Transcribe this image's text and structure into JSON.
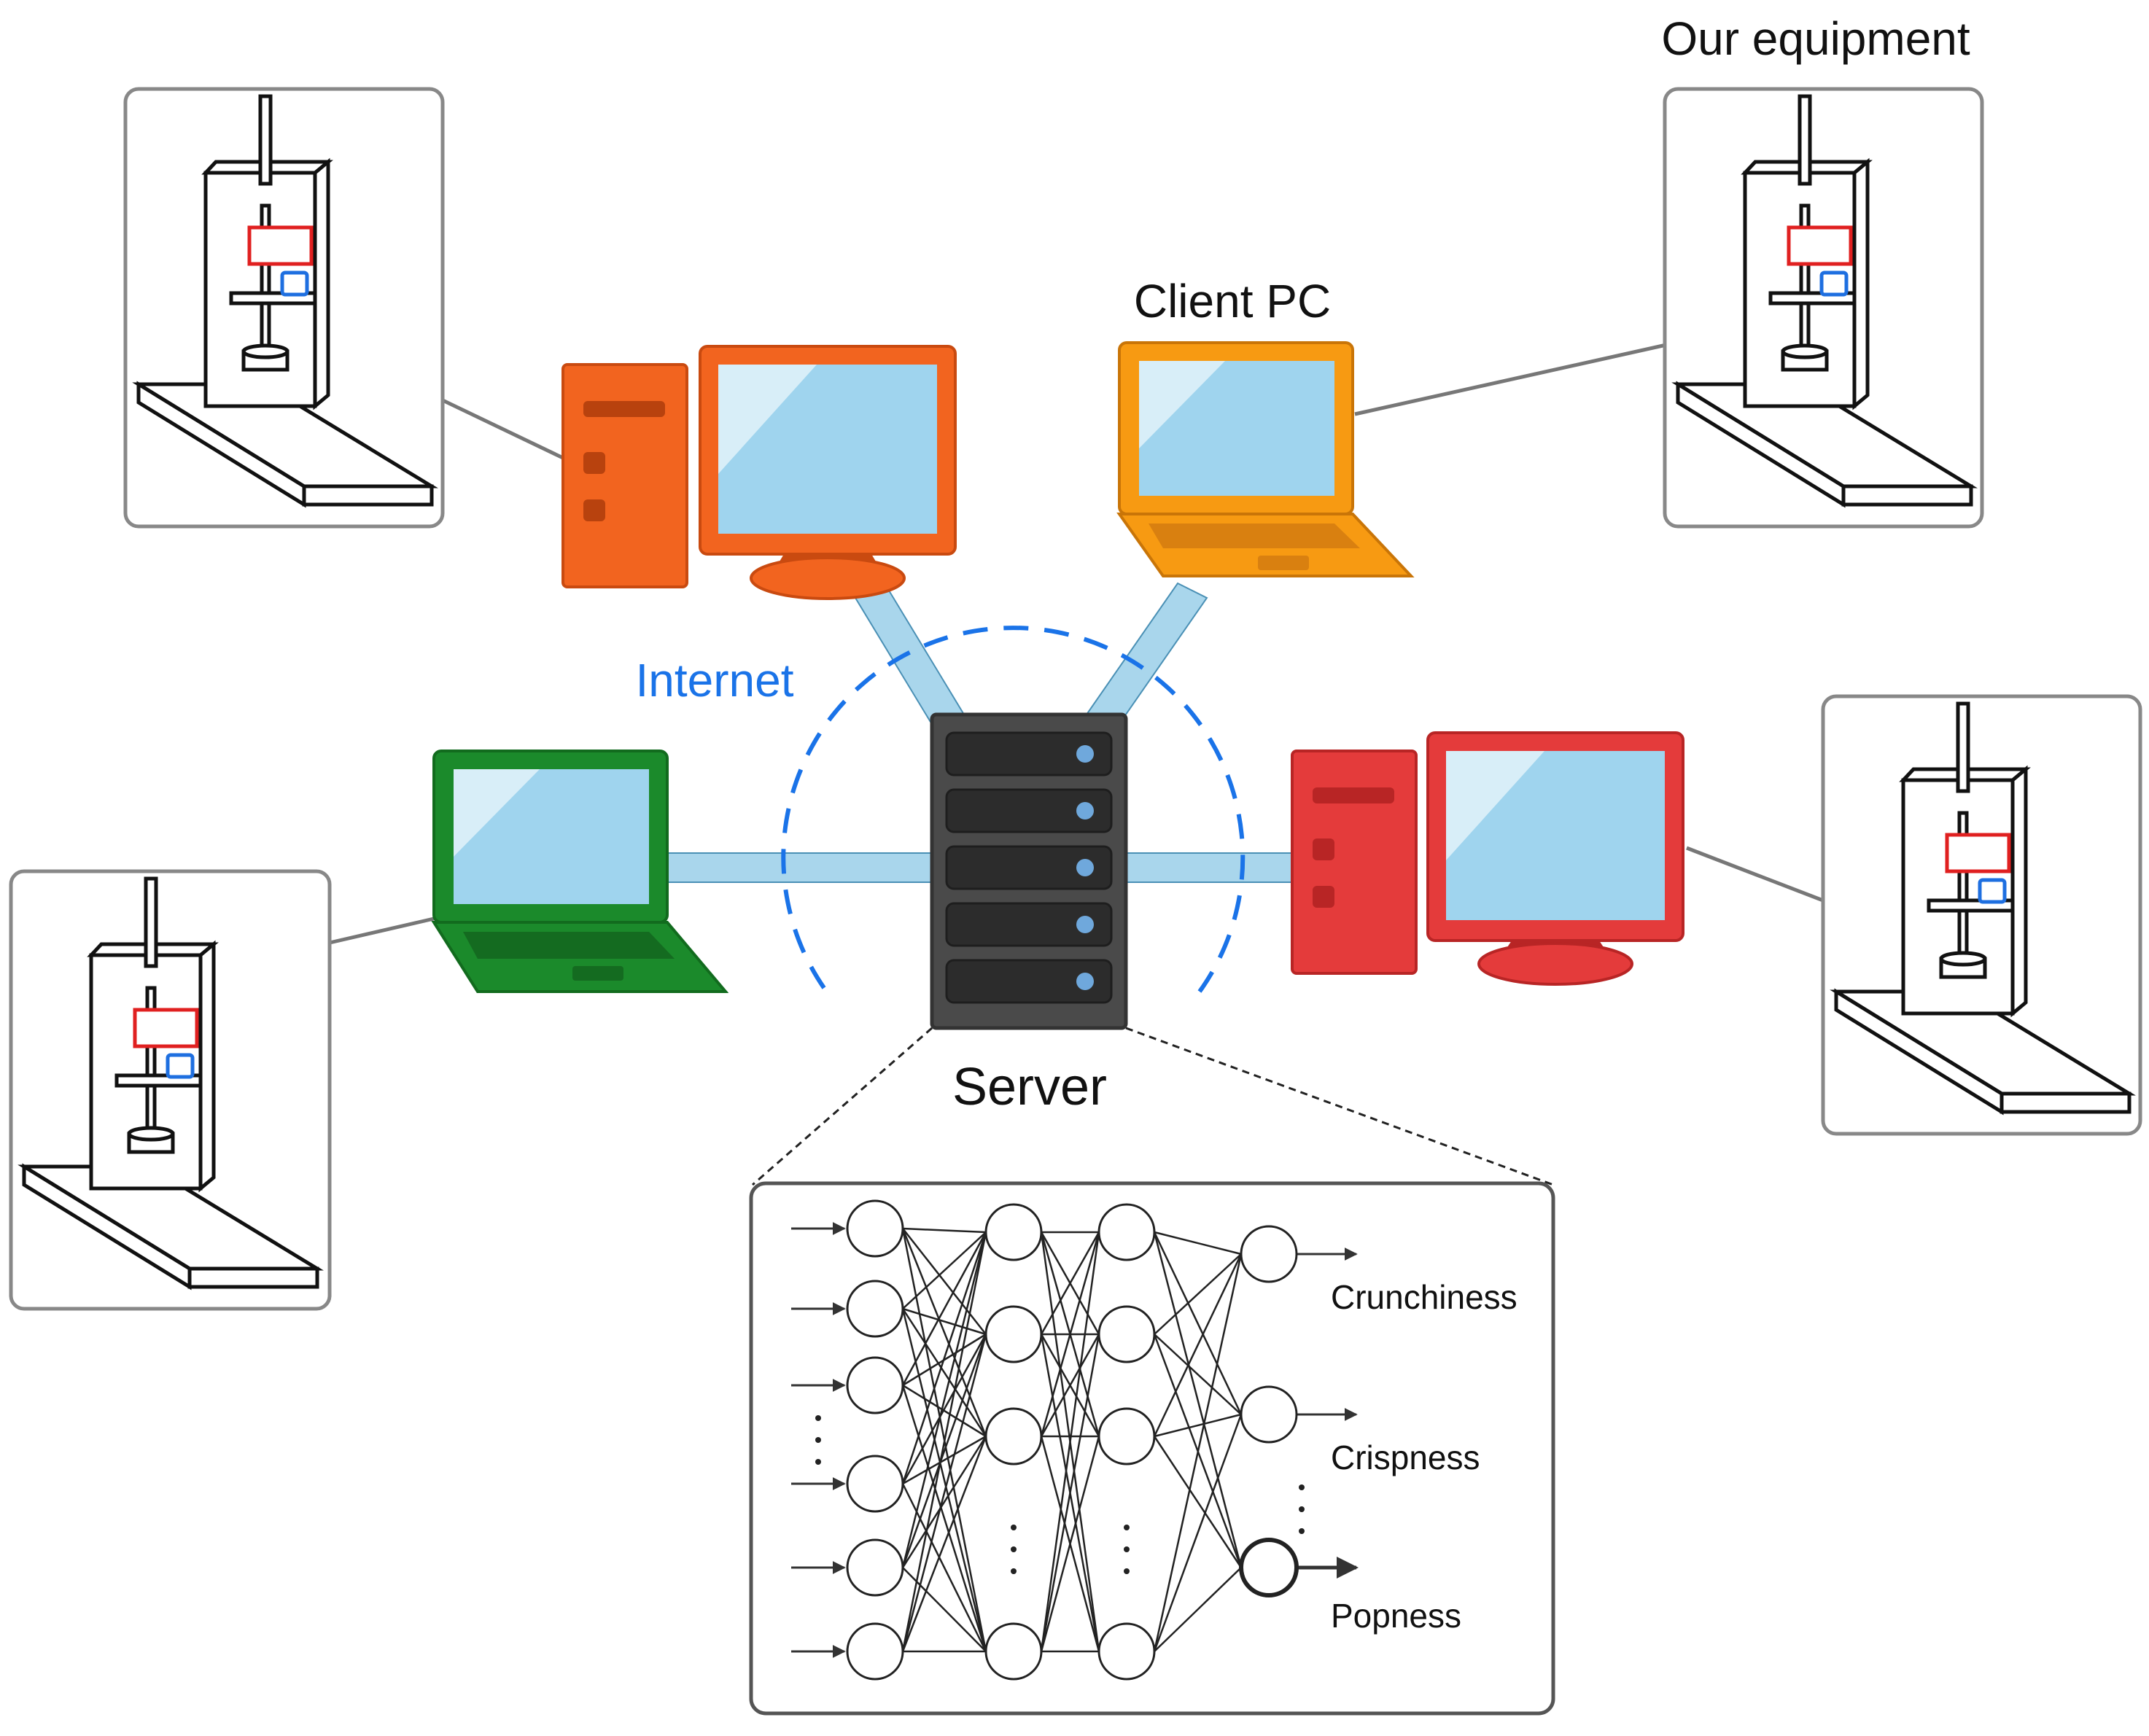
{
  "labels": {
    "our_equipment": "Our equipment",
    "client_pc": "Client PC",
    "internet": "Internet",
    "server": "Server"
  },
  "network_outputs": [
    "Crunchiness",
    "Crispness",
    "Popness"
  ],
  "colors": {
    "internet_dash": "#1a73e8",
    "cable": "#a9d6ec",
    "screen": "#9fd4ee",
    "desktop_orange": "#f2641f",
    "laptop_amber": "#f79a12",
    "laptop_green": "#1b8a2b",
    "desktop_red": "#e43b3b",
    "server_body": "#4a4a4a",
    "server_led": "#6fa8dc",
    "sample_red": "#e02020",
    "sample_blue": "#1e6fe0"
  },
  "icons": [
    "testing-machine-icon",
    "desktop-pc-icon",
    "laptop-icon",
    "server-rack-icon",
    "neural-network-icon"
  ]
}
